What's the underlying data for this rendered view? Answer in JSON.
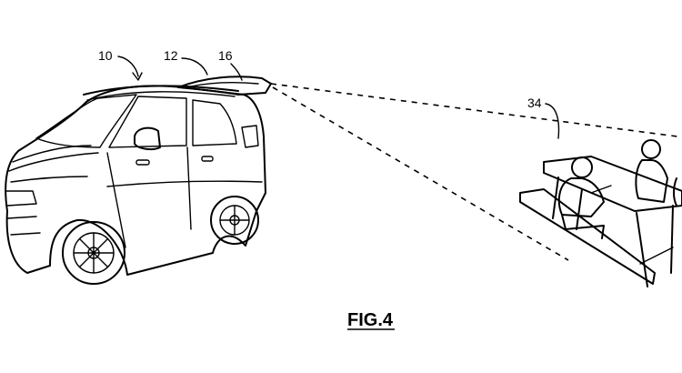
{
  "figure": {
    "caption": "FIG.4",
    "labels": {
      "vehicle": "10",
      "liftgate": "12",
      "projector": "16",
      "audience": "34"
    }
  }
}
